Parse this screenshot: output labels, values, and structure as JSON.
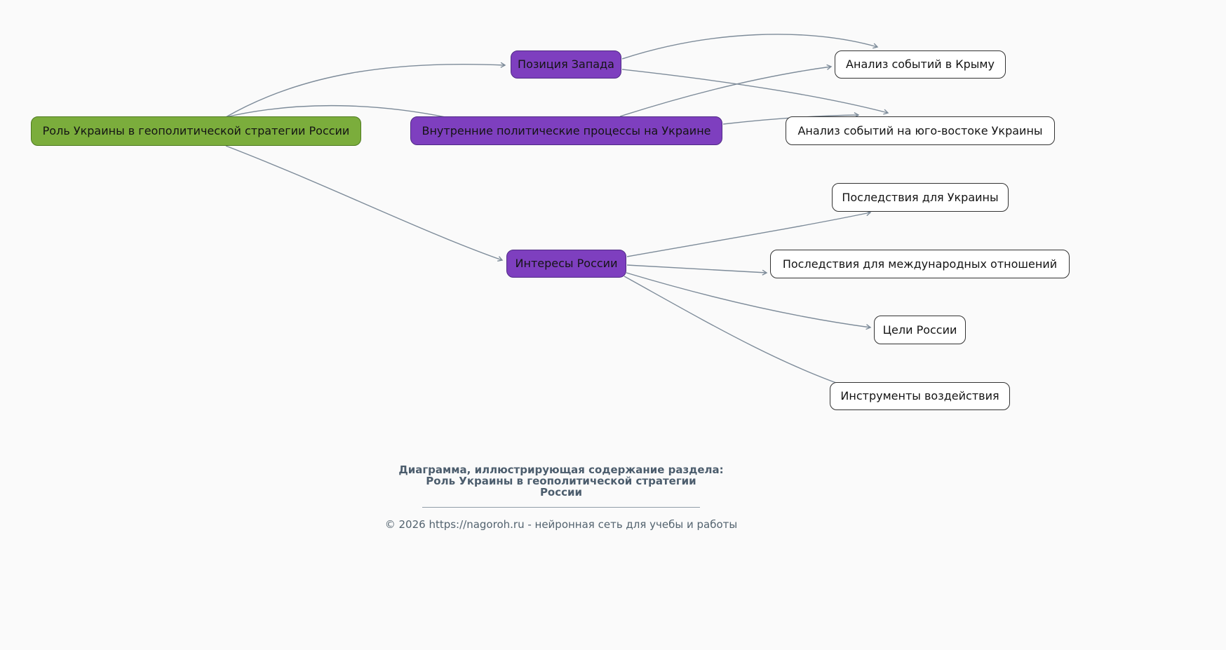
{
  "diagram": {
    "nodes": {
      "root": {
        "label": "Роль Украины в геополитической стратегии России"
      },
      "position_west": {
        "label": "Позиция Запада"
      },
      "internal_processes": {
        "label": "Внутренние политические процессы на Украине"
      },
      "russia_interests": {
        "label": "Интересы России"
      },
      "crimea_analysis": {
        "label": "Анализ событий в Крыму"
      },
      "southeast_analysis": {
        "label": "Анализ событий на юго-востоке Украины"
      },
      "consequences_ukraine": {
        "label": "Последствия для Украины"
      },
      "consequences_international": {
        "label": "Последствия для международных отношений"
      },
      "russia_goals": {
        "label": "Цели России"
      },
      "influence_tools": {
        "label": "Инструменты воздействия"
      }
    },
    "edges": [
      {
        "from": "root",
        "to": "position_west"
      },
      {
        "from": "root",
        "to": "internal_processes"
      },
      {
        "from": "root",
        "to": "russia_interests"
      },
      {
        "from": "position_west",
        "to": "crimea_analysis"
      },
      {
        "from": "position_west",
        "to": "southeast_analysis"
      },
      {
        "from": "internal_processes",
        "to": "crimea_analysis"
      },
      {
        "from": "internal_processes",
        "to": "southeast_analysis"
      },
      {
        "from": "russia_interests",
        "to": "consequences_ukraine"
      },
      {
        "from": "russia_interests",
        "to": "consequences_international"
      },
      {
        "from": "russia_interests",
        "to": "russia_goals"
      },
      {
        "from": "russia_interests",
        "to": "influence_tools"
      }
    ],
    "colors": {
      "root_fill": "#7bad3c",
      "root_border": "#4e7a1f",
      "branch_fill": "#7e3fbf",
      "branch_border": "#4f2a85",
      "leaf_fill": "#ffffff",
      "leaf_border": "#333333",
      "edge": "#7d8b99",
      "background": "#fafafa"
    }
  },
  "footer": {
    "caption": "Диаграмма, иллюстрирующая содержание раздела:\nРоль Украины в геополитической стратегии\nРоссии",
    "copyright": "© 2026 https://nagoroh.ru - нейронная сеть для учебы и работы"
  }
}
